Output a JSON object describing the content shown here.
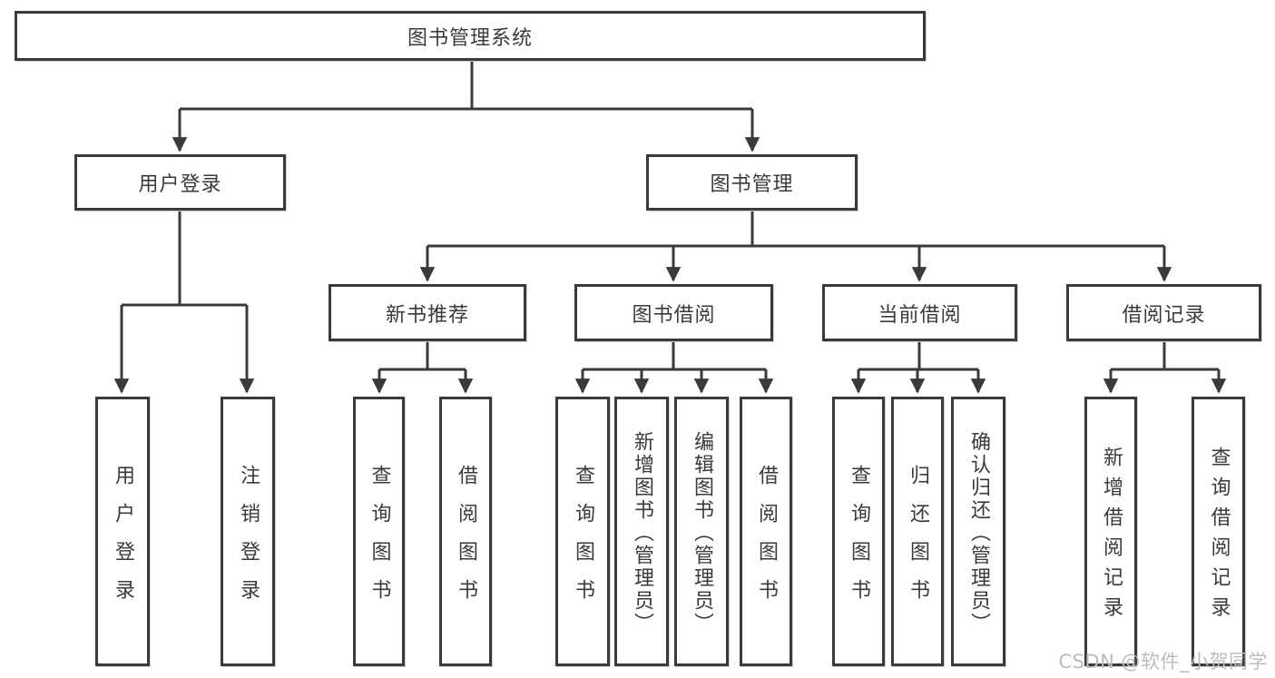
{
  "diagram": {
    "title": "图书管理系统",
    "colors": {
      "line": "#3a3a3a",
      "text": "#3a3a3a",
      "background": "#ffffff",
      "watermark": "#bcbcbc"
    },
    "tree": {
      "root": {
        "label": "图书管理系统"
      },
      "children": [
        {
          "label": "用户登录",
          "children": [
            {
              "label": "用户登录"
            },
            {
              "label": "注销登录"
            }
          ]
        },
        {
          "label": "图书管理",
          "children": [
            {
              "label": "新书推荐",
              "children": [
                {
                  "label": "查询图书"
                },
                {
                  "label": "借阅图书"
                }
              ]
            },
            {
              "label": "图书借阅",
              "children": [
                {
                  "label": "查询图书"
                },
                {
                  "label": "新增图书（管理员）"
                },
                {
                  "label": "编辑图书（管理员）"
                },
                {
                  "label": "借阅图书"
                }
              ]
            },
            {
              "label": "当前借阅",
              "children": [
                {
                  "label": "查询图书"
                },
                {
                  "label": "归还图书"
                },
                {
                  "label": "确认归还（管理员）"
                }
              ]
            },
            {
              "label": "借阅记录",
              "children": [
                {
                  "label": "新增借阅记录"
                },
                {
                  "label": "查询借阅记录"
                }
              ]
            }
          ]
        }
      ]
    }
  },
  "watermark": {
    "text": "CSDN @软件_小贺同学"
  }
}
